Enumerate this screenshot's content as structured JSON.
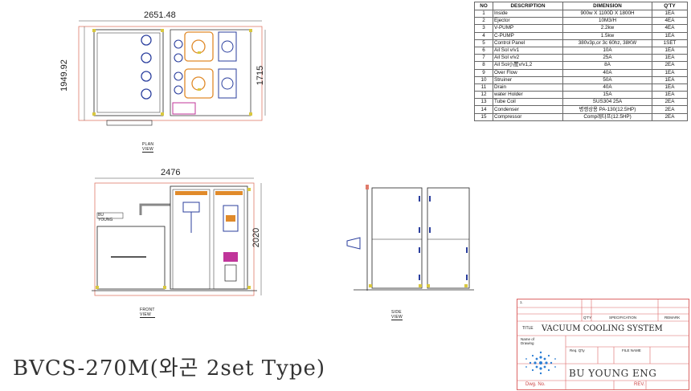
{
  "drawing": {
    "plan_view_width": "2651.48",
    "plan_view_height": "1949.92",
    "plan_view_depth": "1715",
    "front_view_width": "2476",
    "front_view_height": "2020",
    "plan_view_label": "PLAN VIEW",
    "front_view_label": "FRONT VIEW",
    "side_view_label": "SIDE VIEW",
    "unit_badge": "BU YOUNG"
  },
  "bom": {
    "headers": [
      "NO",
      "DESCRIPTION",
      "DIMENSION",
      "Q'TY"
    ],
    "rows": [
      [
        "1",
        "Inside",
        "900w X 1100D X 1800H",
        "1EA"
      ],
      [
        "2",
        "Ejector",
        "10M3/H",
        "4EA"
      ],
      [
        "3",
        "V-PUMP",
        "2.2kw",
        "4EA"
      ],
      [
        "4",
        "C-PUMP",
        "1.5kw",
        "1EA"
      ],
      [
        "5",
        "Control Panel",
        "380v3p,or 3c 60hz, 38KW",
        "1SET"
      ],
      [
        "6",
        "Ail Sol v/v1",
        "10A",
        "1EA"
      ],
      [
        "7",
        "Ail Sol v/v2",
        "25A",
        "1EA"
      ],
      [
        "8",
        "Ail Sol小度v/v1,2",
        "8A",
        "2EA"
      ],
      [
        "9",
        "Over Flow",
        "40A",
        "1EA"
      ],
      [
        "10",
        "Struiner",
        "50A",
        "1EA"
      ],
      [
        "11",
        "Drain",
        "40A",
        "1EA"
      ],
      [
        "12",
        "water Holder",
        "15A",
        "1EA"
      ],
      [
        "13",
        "Tube Coil",
        "SUS304 25A",
        "2EA"
      ],
      [
        "14",
        "Condenser",
        "병령상용 PA-130(12.5HP)",
        "2EA"
      ],
      [
        "15",
        "Compressor",
        "Comp레타프(12.5HP)",
        "2EA"
      ]
    ]
  },
  "title_block": {
    "rev_mark": "1.",
    "qty_label": "Q'TY",
    "spec_label": "SPECIFICATION",
    "remark_label": "REMARK",
    "title_label": "TITLE",
    "title": "VACUUM COOLING SYSTEM",
    "name_of_drawing_label": "Name of Drawing",
    "req_qty_label": "Req. Q'ty",
    "file_name_label": "FILE NAME",
    "company": "BU YOUNG ENG",
    "dwg_no_label": "Dwg. No.",
    "rev_label": "REV."
  },
  "model_title": "BVCS-270M(와곤 2set Type)",
  "colors": {
    "outline": "#e07a6a",
    "blue_part": "#2b3f9e",
    "orange_part": "#e08a2a",
    "yellow_note": "#d9c840",
    "magenta": "#c0359a"
  }
}
